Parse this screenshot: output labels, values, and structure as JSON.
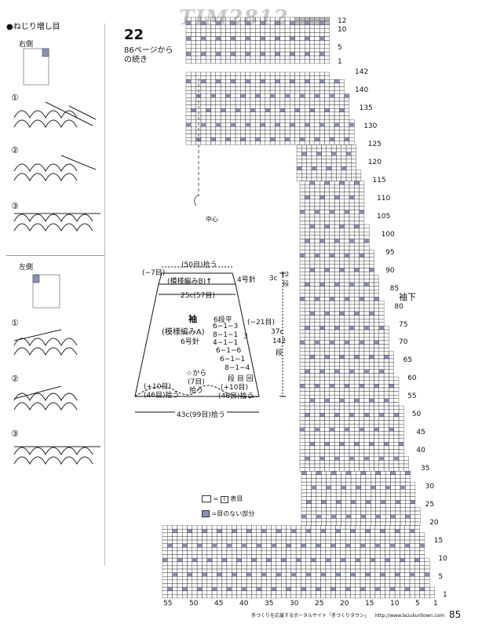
{
  "left_column": {
    "title": "●ねじり増し目",
    "right_side": {
      "label": "右側",
      "steps": [
        "①",
        "②",
        "③"
      ]
    },
    "left_side": {
      "label": "左側",
      "steps": [
        "①",
        "②",
        "③"
      ]
    }
  },
  "header": {
    "watermark": "TIM2812",
    "item_number": "22",
    "continuation": [
      "86ページから",
      "の続き"
    ]
  },
  "schematic": {
    "title": "袖",
    "pattern": "(模様編みA)",
    "needle": "6号針",
    "top_stitches": "(50目)拾う",
    "top_left": "(−7目)",
    "band_pattern": "(模様編みB)",
    "band_arrow": "↑",
    "band_needle": "4号針",
    "top_width": "25c(57目)",
    "decrease_left": "(−21目)",
    "band_height_prefix": "3c",
    "band_height_rows": [
      "12",
      "段"
    ],
    "body_height_top": "37c",
    "body_height_mid": "142",
    "body_height_bottom": "段",
    "increase_table": [
      "6段平",
      "6−1−3",
      "8−1−1",
      "4−1−1",
      "6−1−6",
      "6−1−1",
      "8−1−4",
      "段 目 回"
    ],
    "increase_table_brace": "3",
    "center_mark": "☆から",
    "center_count": "(7目)",
    "center_pick": "拾う",
    "bottom_left_plus": "(+10目)",
    "bottom_left_count": "(46目)拾う",
    "bottom_right_plus": "(+10目)",
    "bottom_right_count": "(46目)拾う",
    "bottom_width": "43c(99目)拾う",
    "center_label": "中心"
  },
  "chart": {
    "top_row_labels": [
      "12",
      "10",
      "5",
      "1"
    ],
    "right_row_labels": [
      "142",
      "140",
      "135",
      "130",
      "125",
      "120",
      "115",
      "110",
      "105",
      "100",
      "95",
      "90",
      "85",
      "80",
      "75",
      "70",
      "65",
      "60",
      "55",
      "50",
      "45",
      "40",
      "35",
      "30",
      "25",
      "20",
      "15",
      "10",
      "5",
      "1"
    ],
    "column_labels": [
      "55",
      "50",
      "45",
      "40",
      "35",
      "30",
      "25",
      "20",
      "15",
      "10",
      "5",
      "1"
    ],
    "sleeve_label": "袖下"
  },
  "legend": {
    "plain_eq": "=",
    "plain_symbol": "I",
    "plain_label": "表目",
    "empty_label": "=目のない部分"
  },
  "footer": {
    "site_text": "手づくりを応援するポータルサイト「手づくりタウン」",
    "url": "http://www.tezukuritown.com",
    "page_number": "85"
  },
  "colors": {
    "grid_fill": "#8a8fb8",
    "grid_line": "#333333",
    "ink": "#111111"
  }
}
